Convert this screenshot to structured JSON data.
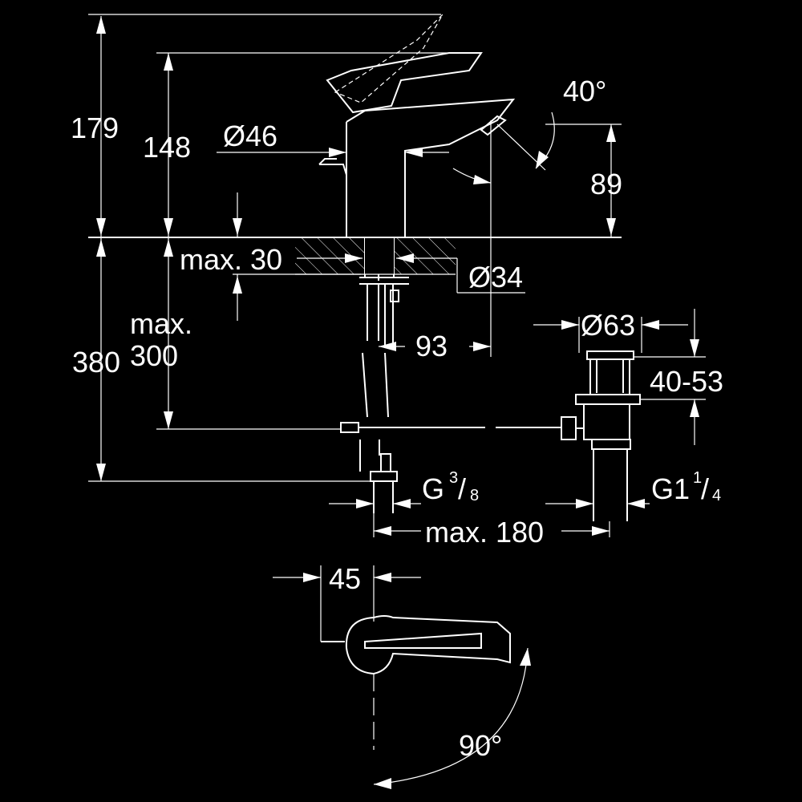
{
  "dimensions": {
    "d179": "179",
    "d148": "148",
    "d46": "Ø46",
    "d40deg": "40°",
    "d89": "89",
    "dmax30": "max. 30",
    "d34": "Ø34",
    "dmax300_a": "max.",
    "dmax300_b": "300",
    "d380": "380",
    "d93": "93",
    "d63": "Ø63",
    "d40_53": "40-53",
    "g38_main": "G",
    "g38_num": "3",
    "g38_slash": "/",
    "g38_den": "8",
    "g114_main": "G1",
    "g114_num": "1",
    "g114_slash": "/",
    "g114_den": "4",
    "dmax180": "max. 180",
    "d45": "45",
    "d90deg": "90°"
  },
  "colors": {
    "background": "#000000",
    "line": "#ffffff"
  }
}
